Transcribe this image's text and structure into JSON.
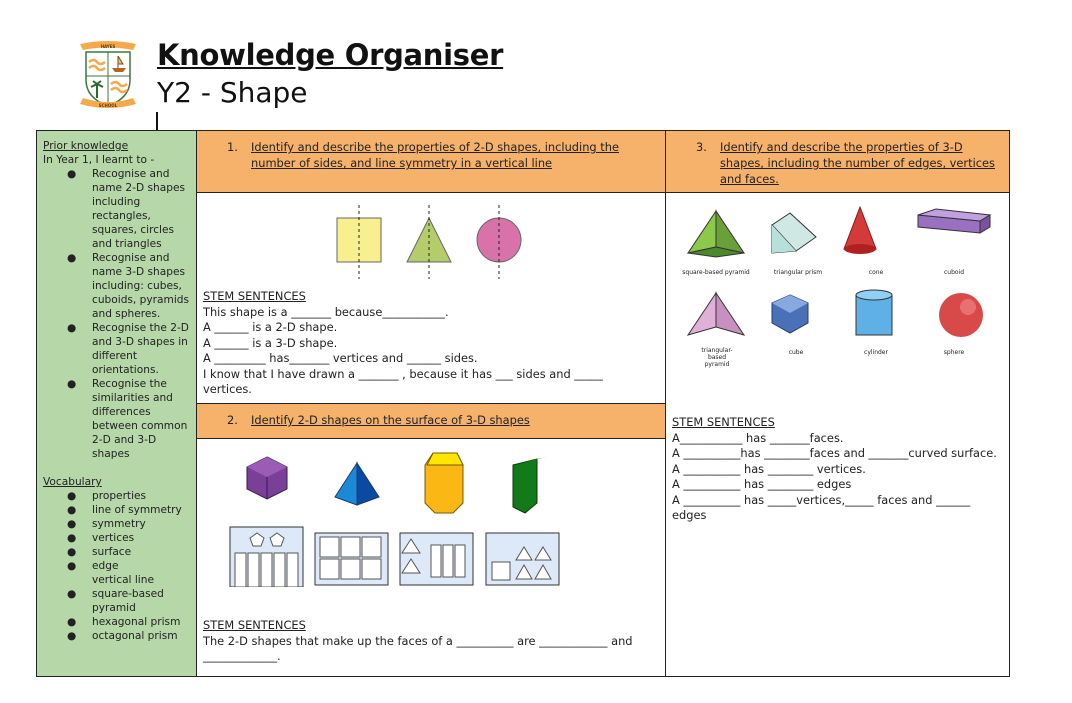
{
  "header": {
    "title": "Knowledge Organiser",
    "subtitle": "Y2 - Shape",
    "logo_text": [
      "HAYES",
      "SCHOOL"
    ]
  },
  "prior": {
    "heading": "Prior knowledge",
    "intro": "In Year 1, I learnt to -",
    "items": [
      "Recognise and name 2-D shapes including rectangles, squares, circles and triangles",
      "Recognise and name 3-D shapes including: cubes, cuboids, pyramids and spheres.",
      "Recognise the 2-D and 3-D shapes in different orientations.",
      "Recognise the similarities and differences between common 2-D and 3-D shapes"
    ]
  },
  "vocabulary": {
    "heading": "Vocabulary",
    "items": [
      "properties",
      "line of symmetry",
      "symmetry",
      "vertices",
      "surface",
      "edge",
      "vertical line",
      "square-based pyramid",
      "hexagonal prism",
      "octagonal prism"
    ]
  },
  "section1": {
    "number": "1.",
    "title": "Identify and describe the properties of 2-D shapes, including the number of sides, and line symmetry in a vertical line",
    "stem_heading": "STEM SENTENCES",
    "stems": [
      "This shape is a _______ because___________.",
      "A ______ is a 2-D shape.",
      "A ______ is a 3-D shape.",
      "A _________ has_______  vertices and ______ sides.",
      "I know that I have drawn a _______ , because it has ___ sides and _____ vertices."
    ]
  },
  "section2": {
    "number": "2.",
    "title": "Identify 2-D shapes on the surface of 3-D shapes",
    "stem_heading": "STEM SENTENCES",
    "stems": [
      "The 2-D shapes that make up the faces of a __________ are ____________ and _____________."
    ]
  },
  "section3": {
    "number": "3.",
    "title": "Identify and describe the properties of 3-D shapes, including the number of edges, vertices and faces.",
    "stem_heading": "STEM SENTENCES",
    "shapes": [
      "square-based pyramid",
      "triangular prism",
      "cone",
      "cuboid",
      "triangular-based pyramid",
      "cube",
      "cylinder",
      "sphere"
    ],
    "stems": [
      "A___________ has _______faces.",
      "A  __________has ________faces and _______curved surface.",
      "A __________ has ________ vertices.",
      "A __________ has ________ edges",
      "A __________ has _____vertices,_____ faces and ______ edges"
    ]
  }
}
